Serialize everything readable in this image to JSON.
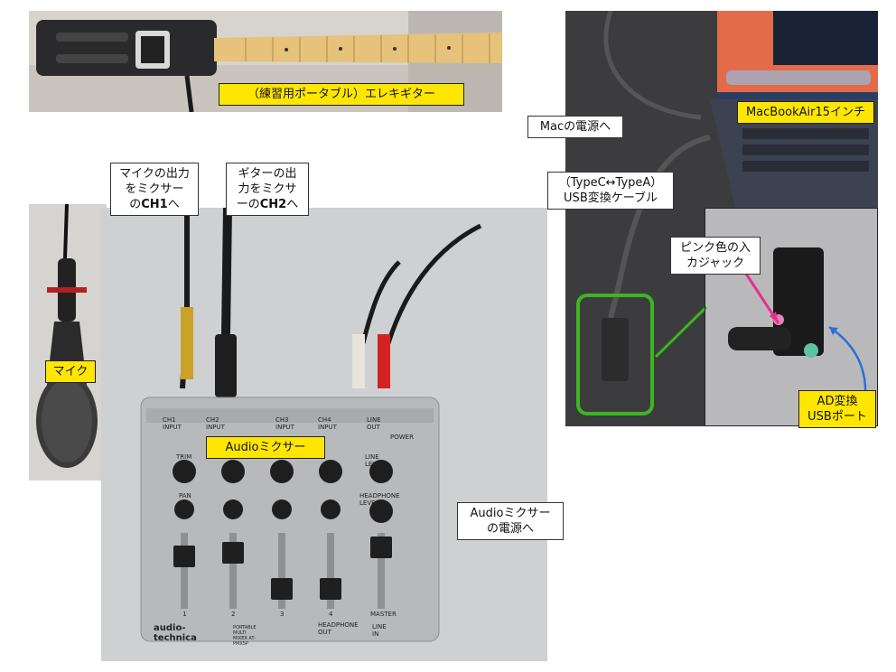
{
  "labels": {
    "guitar": "（練習用ポータブル）エレキギター",
    "mic_out_1": "マイクの出力",
    "mic_out_2": "をミクサー",
    "mic_out_3": "の",
    "mic_out_ch": "CH1",
    "mic_out_4": "へ",
    "guitar_out_1": "ギターの出",
    "guitar_out_2": "力をミクサ",
    "guitar_out_3": "ーの",
    "guitar_out_ch": "CH2",
    "guitar_out_4": "へ",
    "mic": "マイク",
    "mixer": "Audioミクサー",
    "mixer_power_1": "Audioミクサー",
    "mixer_power_2": "の電源へ",
    "mac_power": "Macの電源へ",
    "macbook": "MacBookAir15インチ",
    "cable_1": "（TypeC↔TypeA）",
    "cable_2": "USB変換ケーブル",
    "pink_jack_1": "ピンク色の入",
    "pink_jack_2": "カジャック",
    "ad_port_1": "AD変換",
    "ad_port_2": "USBポート"
  },
  "mixer_panel": {
    "inputs": [
      "CH1 INPUT",
      "CH2 INPUT",
      "CH3 INPUT",
      "CH4 INPUT"
    ],
    "line_out": "LINE OUT",
    "power": "POWER",
    "trim": "TRIM",
    "pan": "PAN",
    "line_level": "LINE LEVEL",
    "headphone_level": "HEADPHONE LEVEL",
    "brand": "audio-technica",
    "model": "PORTABLE MULTI MIXER AT-PMX5P",
    "master": "MASTER",
    "headphone_out": "HEADPHONE OUT",
    "line_in": "LINE IN",
    "channels": [
      "1",
      "2",
      "3",
      "4"
    ]
  },
  "colors": {
    "label_yellow": "#ffe600",
    "highlight_green": "#3cb521",
    "pink_arrow": "#e8308a",
    "blue_arrow": "#2a6fd6"
  }
}
